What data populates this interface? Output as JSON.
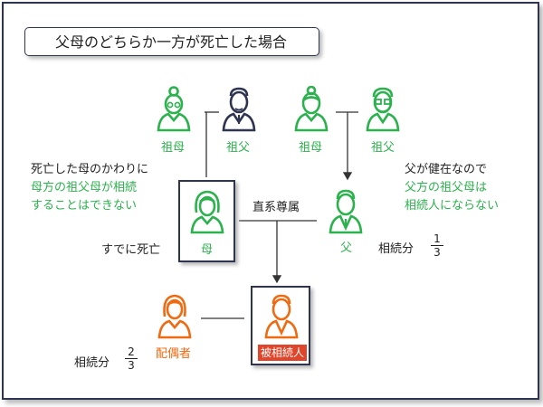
{
  "title": "父母のどちらか一方が死亡した場合",
  "colors": {
    "green": "#2bb24c",
    "orange": "#f06a12",
    "navy": "#2f3450",
    "red": "#e0442a"
  },
  "grandparents": [
    {
      "label": "祖母",
      "icon": "grandmother-icon"
    },
    {
      "label": "祖父",
      "icon": "grandfather-icon"
    },
    {
      "label": "祖母",
      "icon": "grandmother-icon"
    },
    {
      "label": "祖父",
      "icon": "grandfather-glasses-icon"
    }
  ],
  "mother": {
    "label": "母",
    "icon": "mother-icon",
    "status": "すでに死亡"
  },
  "father": {
    "label": "父",
    "icon": "father-icon",
    "share_label": "相続分",
    "share_num": "1",
    "share_den": "3"
  },
  "decedent": {
    "label": "被相続人",
    "icon": "decedent-icon"
  },
  "spouse": {
    "label": "配偶者",
    "icon": "spouse-icon",
    "share_label": "相続分",
    "share_num": "2",
    "share_den": "3"
  },
  "relation_label": "直系尊属",
  "left_note": {
    "line1": "死亡した母のかわりに",
    "line2": "母方の祖父母が相続",
    "line3": "することはできない"
  },
  "right_note": {
    "line1": "父が健在なので",
    "line2": "父方の祖父母は",
    "line3": "相続人にならない"
  }
}
